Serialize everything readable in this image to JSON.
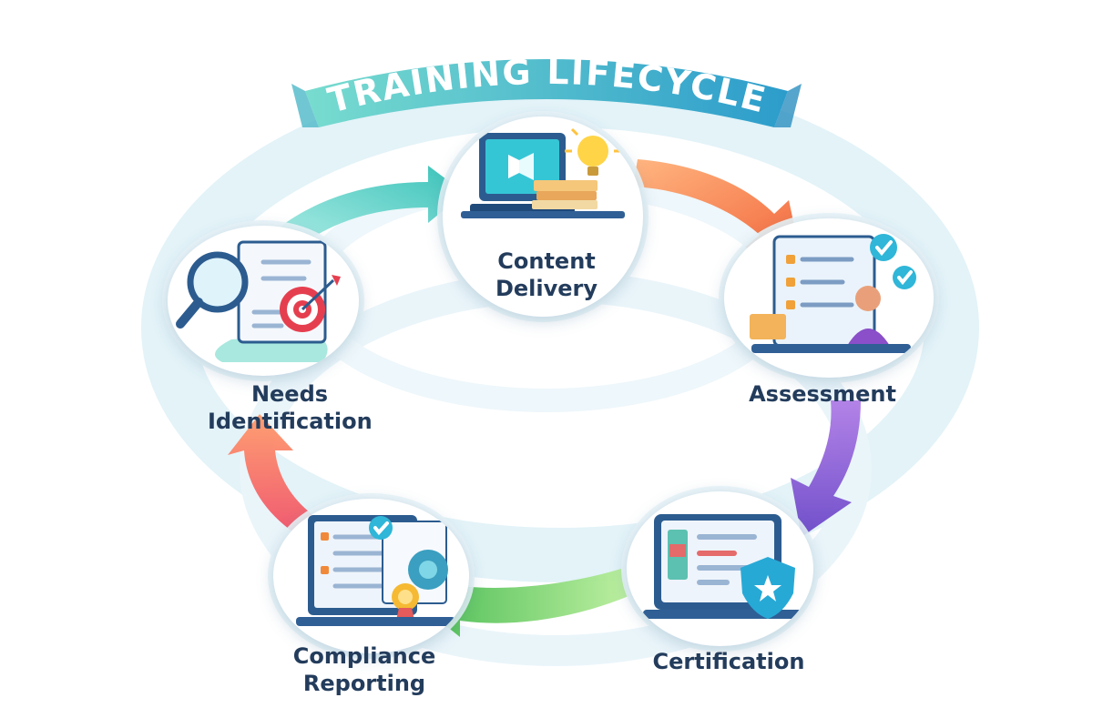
{
  "title": "TRAINING LIFECYCLE",
  "colors": {
    "teal": "#3ec7c1",
    "orange": "#f47a3c",
    "purple": "#8a5bd6",
    "green": "#5cc65a",
    "red": "#f0566a",
    "text": "#233c5c",
    "banner_start": "#6fd6cc",
    "banner_end": "#2f9fc9"
  },
  "stages": [
    {
      "id": "content-delivery",
      "label_lines": [
        "Content",
        "Delivery"
      ],
      "icon": "video-laptop-icon"
    },
    {
      "id": "assessment",
      "label_lines": [
        "Assessment"
      ],
      "icon": "checklist-person-icon"
    },
    {
      "id": "certification",
      "label_lines": [
        "Certification"
      ],
      "icon": "shield-laptop-icon"
    },
    {
      "id": "compliance-reporting",
      "label_lines": [
        "Compliance",
        "Reporting"
      ],
      "icon": "report-badge-icon"
    },
    {
      "id": "needs-identification",
      "label_lines": [
        "Needs",
        "Identification"
      ],
      "icon": "magnifier-target-icon"
    }
  ]
}
